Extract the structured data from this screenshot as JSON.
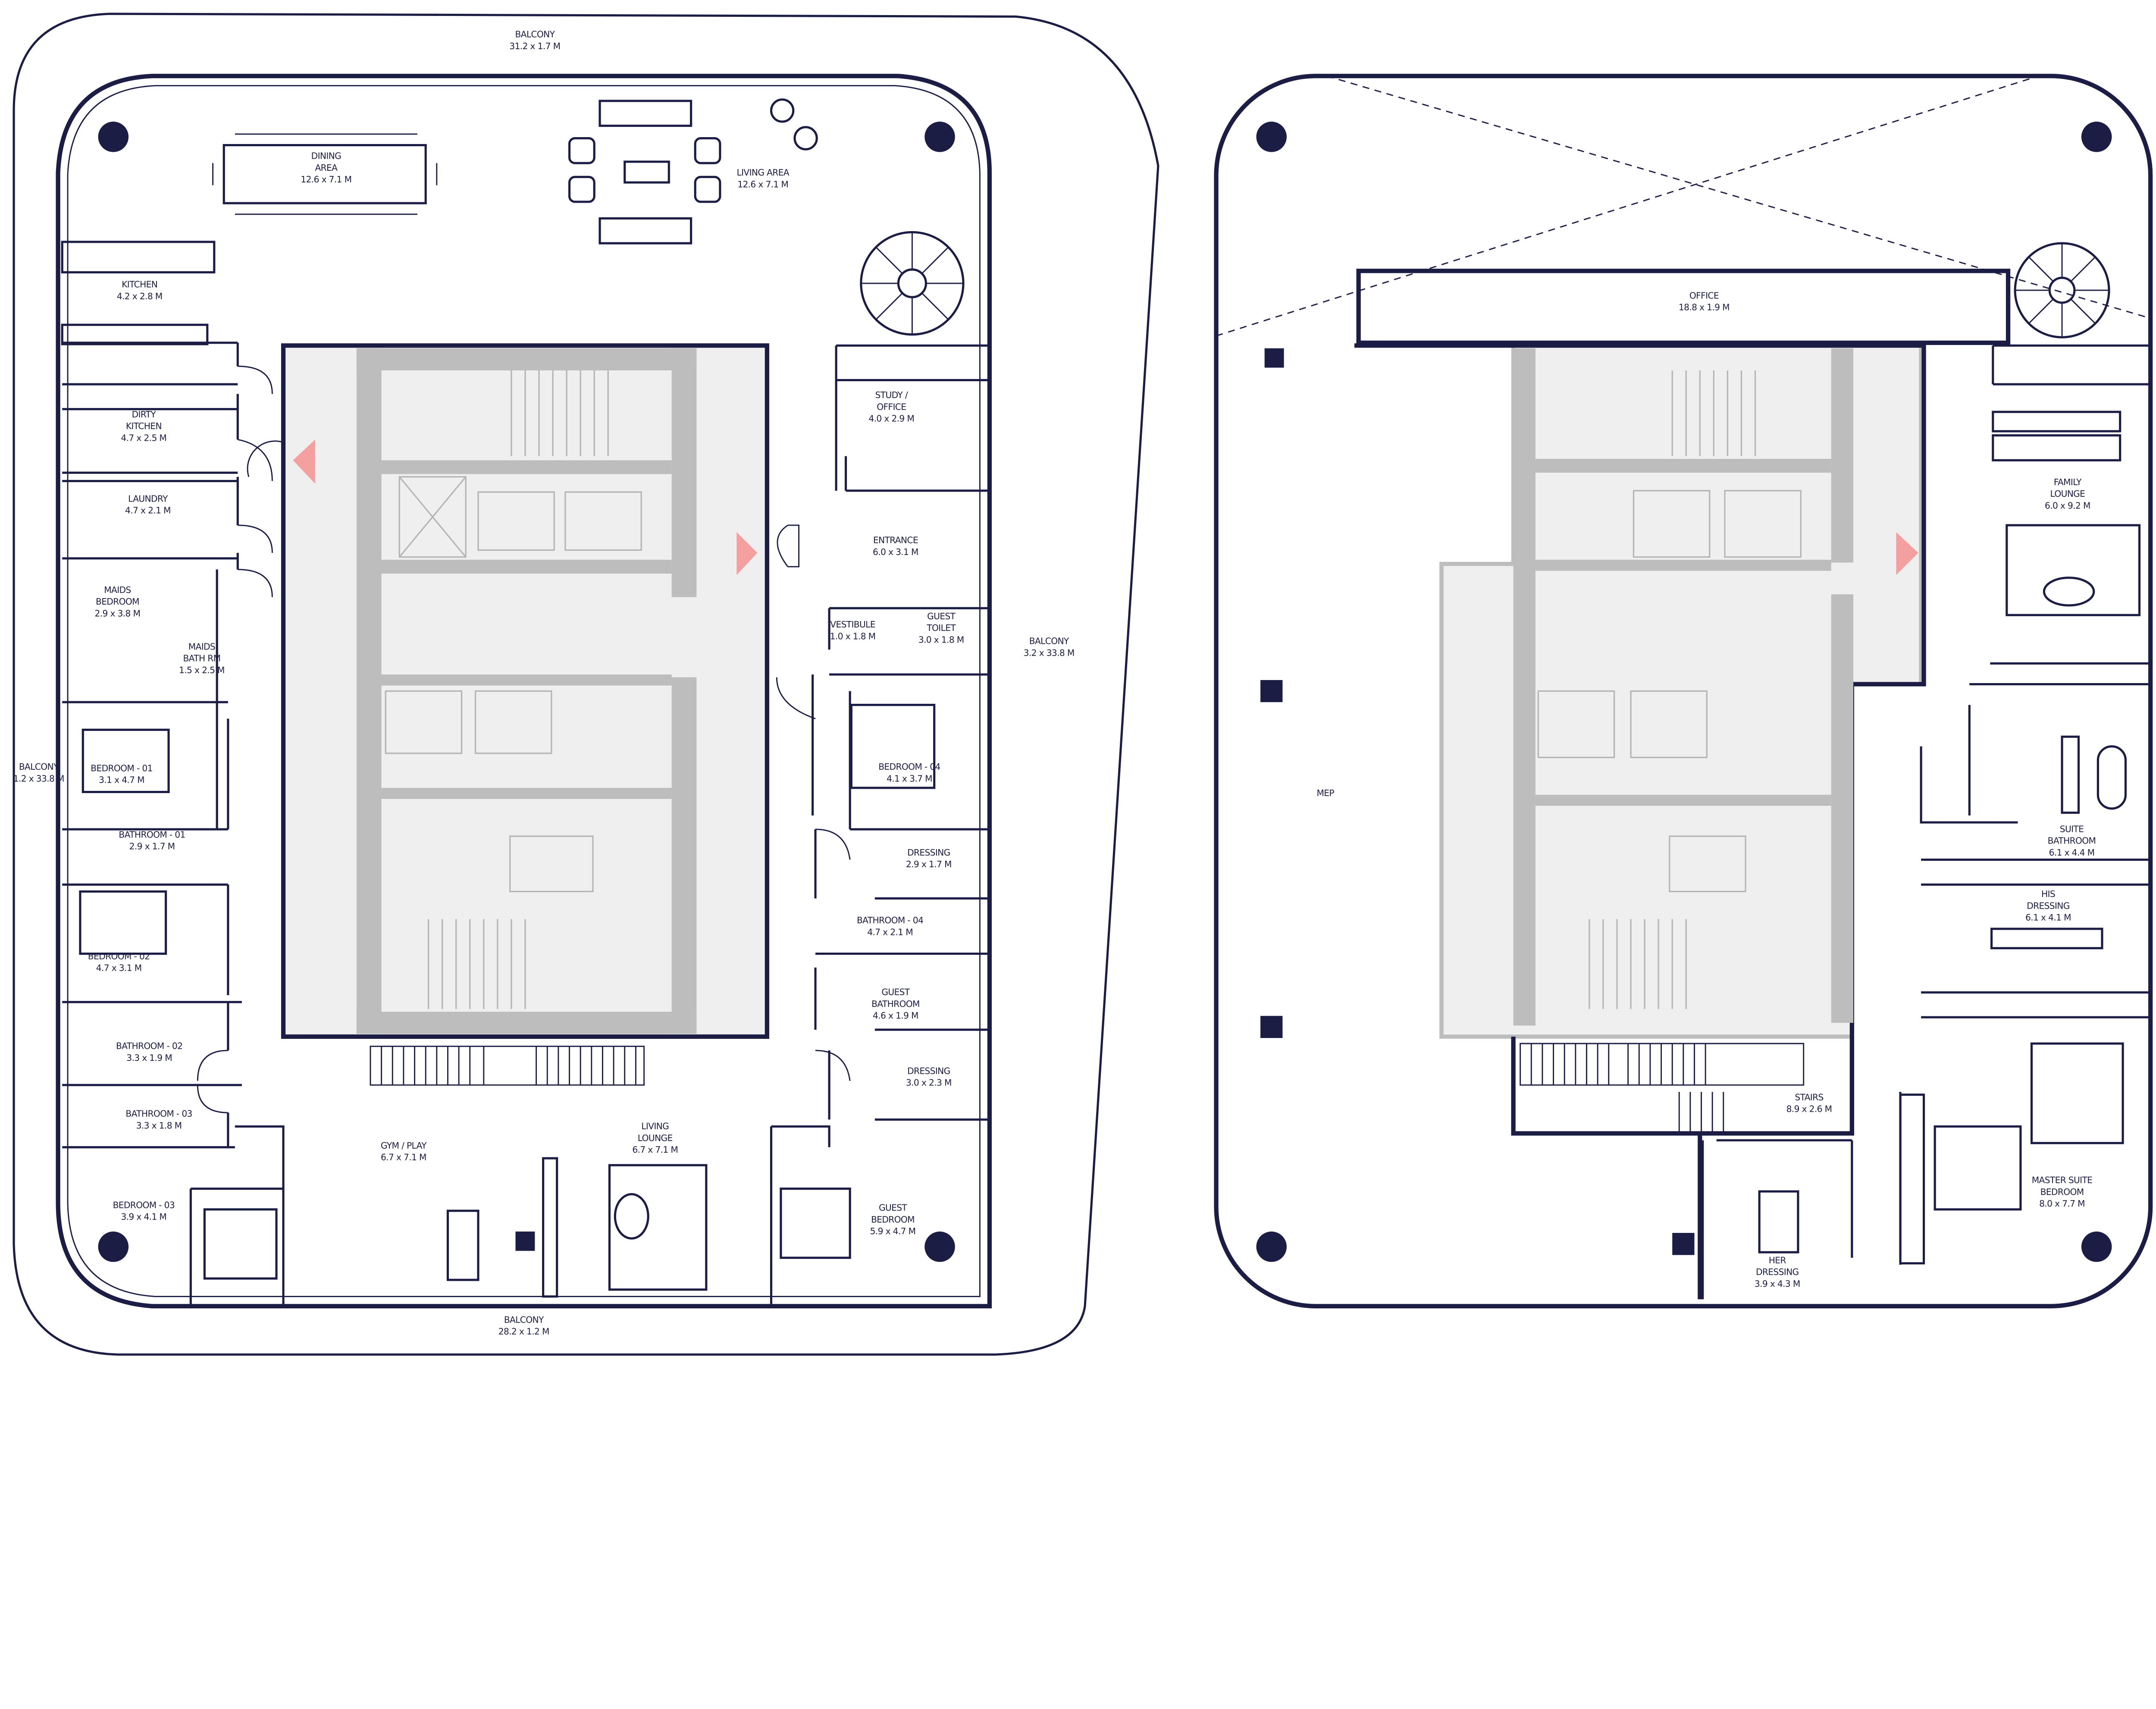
{
  "colors": {
    "line": "#1c1d45",
    "core_fill": "#efefef",
    "core_walls": "#bdbdbd",
    "entry_arrow": "#f4a0a0"
  },
  "plans": {
    "left": {
      "rooms": [
        {
          "lines": [
            "BALCONY",
            "31.2 x 1.7 M"
          ]
        },
        {
          "lines": [
            "DINING",
            "AREA",
            "12.6 x 7.1 M"
          ]
        },
        {
          "lines": [
            "LIVING AREA",
            "12.6 x 7.1 M"
          ]
        },
        {
          "lines": [
            "KITCHEN",
            "4.2 x 2.8 M"
          ]
        },
        {
          "lines": [
            "DIRTY",
            "KITCHEN",
            "4.7 x 2.5 M"
          ]
        },
        {
          "lines": [
            "LAUNDRY",
            "4.7 x 2.1 M"
          ]
        },
        {
          "lines": [
            "MAIDS",
            "BEDROOM",
            "2.9 x 3.8 M"
          ]
        },
        {
          "lines": [
            "MAIDS",
            "BATH RM",
            "1.5 x 2.5 M"
          ]
        },
        {
          "lines": [
            "STUDY /",
            "OFFICE",
            "4.0 x 2.9 M"
          ]
        },
        {
          "lines": [
            "ENTRANCE",
            "6.0 x 3.1 M"
          ]
        },
        {
          "lines": [
            "VESTIBULE",
            "1.0 x 1.8 M"
          ]
        },
        {
          "lines": [
            "GUEST",
            "TOILET",
            "3.0 x 1.8 M"
          ]
        },
        {
          "lines": [
            "BALCONY",
            "3.2 x 33.8 M"
          ]
        },
        {
          "lines": [
            "BALCONY",
            "1.2 x 33.8 M"
          ]
        },
        {
          "lines": [
            "BEDROOM - 01",
            "3.1 x 4.7 M"
          ]
        },
        {
          "lines": [
            "BATHROOM - 01",
            "2.9 x 1.7 M"
          ]
        },
        {
          "lines": [
            "BEDROOM - 04",
            "4.1 x 3.7 M"
          ]
        },
        {
          "lines": [
            "DRESSING",
            "2.9 x 1.7 M"
          ]
        },
        {
          "lines": [
            "BEDROOM - 02",
            "4.7 x 3.1 M"
          ]
        },
        {
          "lines": [
            "BATHROOM - 04",
            "4.7 x 2.1 M"
          ]
        },
        {
          "lines": [
            "GUEST",
            "BATHROOM",
            "4.6 x 1.9 M"
          ]
        },
        {
          "lines": [
            "BATHROOM - 02",
            "3.3 x 1.9 M"
          ]
        },
        {
          "lines": [
            "DRESSING",
            "3.0 x 2.3 M"
          ]
        },
        {
          "lines": [
            "BATHROOM - 03",
            "3.3 x 1.8 M"
          ]
        },
        {
          "lines": [
            "GYM / PLAY",
            "6.7 x 7.1 M"
          ]
        },
        {
          "lines": [
            "LIVING",
            "LOUNGE",
            "6.7 x 7.1 M"
          ]
        },
        {
          "lines": [
            "BEDROOM - 03",
            "3.9 x 4.1 M"
          ]
        },
        {
          "lines": [
            "GUEST",
            "BEDROOM",
            "5.9 x 4.7 M"
          ]
        },
        {
          "lines": [
            "BALCONY",
            "28.2 x 1.2 M"
          ]
        }
      ]
    },
    "right": {
      "rooms": [
        {
          "lines": [
            "OFFICE",
            "18.8 x 1.9 M"
          ]
        },
        {
          "lines": [
            "FAMILY",
            "LOUNGE",
            "6.0 x 9.2 M"
          ]
        },
        {
          "lines": [
            "MEP"
          ]
        },
        {
          "lines": [
            "SUITE",
            "BATHROOM",
            "6.1 x 4.4 M"
          ]
        },
        {
          "lines": [
            "HIS",
            "DRESSING",
            "6.1 x 4.1 M"
          ]
        },
        {
          "lines": [
            "STAIRS",
            "8.9 x 2.6 M"
          ]
        },
        {
          "lines": [
            "MASTER SUITE",
            "BEDROOM",
            "8.0 x 7.7 M"
          ]
        },
        {
          "lines": [
            "HER",
            "DRESSING",
            "3.9 x 4.3 M"
          ]
        }
      ]
    }
  }
}
